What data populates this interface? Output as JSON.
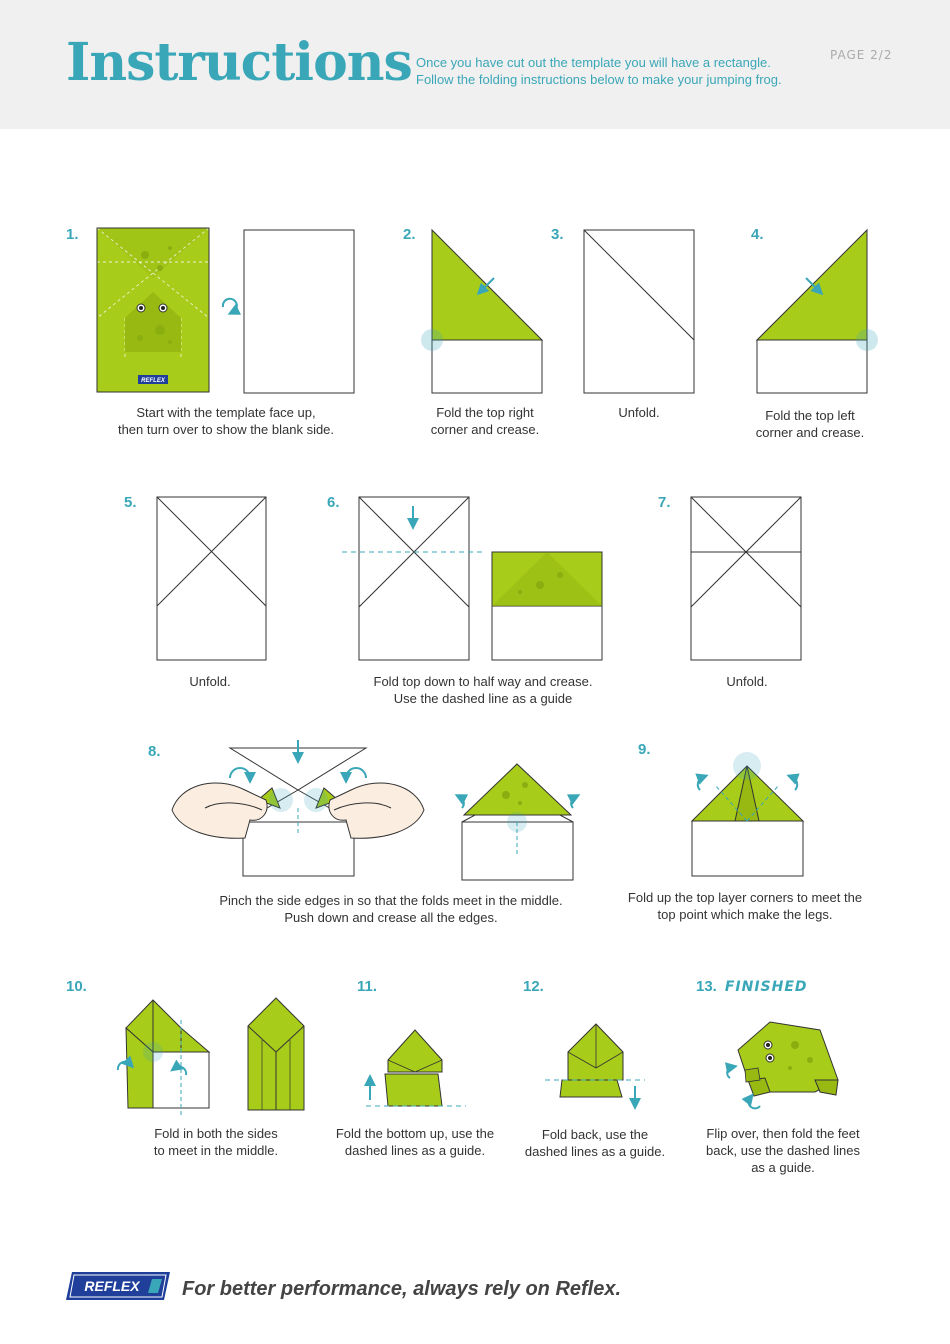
{
  "header": {
    "title": "Instructions",
    "intro_lines": [
      "Once you have cut out the template you will have a rectangle.",
      "Follow the folding instructions below to make your jumping frog."
    ],
    "page": "PAGE 2/2"
  },
  "steps": [
    {
      "num": "1.",
      "lines": [
        "Start with the template face up,",
        "then turn over to show the blank side."
      ]
    },
    {
      "num": "2.",
      "lines": [
        "Fold the top right",
        "corner and crease."
      ]
    },
    {
      "num": "3.",
      "lines": [
        "Unfold."
      ]
    },
    {
      "num": "4.",
      "lines": [
        "Fold the top left",
        "corner and crease."
      ]
    },
    {
      "num": "5.",
      "lines": [
        "Unfold."
      ]
    },
    {
      "num": "6.",
      "lines": [
        "Fold top down to half way and crease.",
        "Use the dashed line as a guide"
      ]
    },
    {
      "num": "7.",
      "lines": [
        "Unfold."
      ]
    },
    {
      "num": "8.",
      "lines": [
        "Pinch the side edges in so that the folds meet in the middle.",
        "Push down and crease all the edges."
      ]
    },
    {
      "num": "9.",
      "lines": [
        "Fold up the top layer corners to meet the",
        "top point which make the legs."
      ]
    },
    {
      "num": "10.",
      "lines": [
        "Fold in both the sides",
        "to meet in the middle."
      ]
    },
    {
      "num": "11.",
      "lines": [
        "Fold the bottom up, use the",
        "dashed lines as a guide."
      ]
    },
    {
      "num": "12.",
      "lines": [
        "Fold back, use the",
        "dashed lines as a guide."
      ]
    },
    {
      "num": "13.",
      "lines": [
        "Flip over, then fold the feet",
        "back, use the dashed lines",
        "as a guide."
      ],
      "tag": "FINISHED"
    }
  ],
  "footer": {
    "logo_text": "REFLEX",
    "template_logo_text": "REFLEX",
    "tagline": "For better performance, always rely on Reflex."
  },
  "colors": {
    "accent": "#3aa7b8",
    "paper_green": "#a8cc1a",
    "header_bg": "#f0f0f0",
    "logo_blue": "#1f3f9b",
    "skin": "#fbeee0"
  },
  "icons": [
    "rotate-arrow-icon",
    "fold-arrow-icon",
    "down-arrow-icon",
    "up-arrow-icon",
    "pinch-highlight-icon"
  ]
}
